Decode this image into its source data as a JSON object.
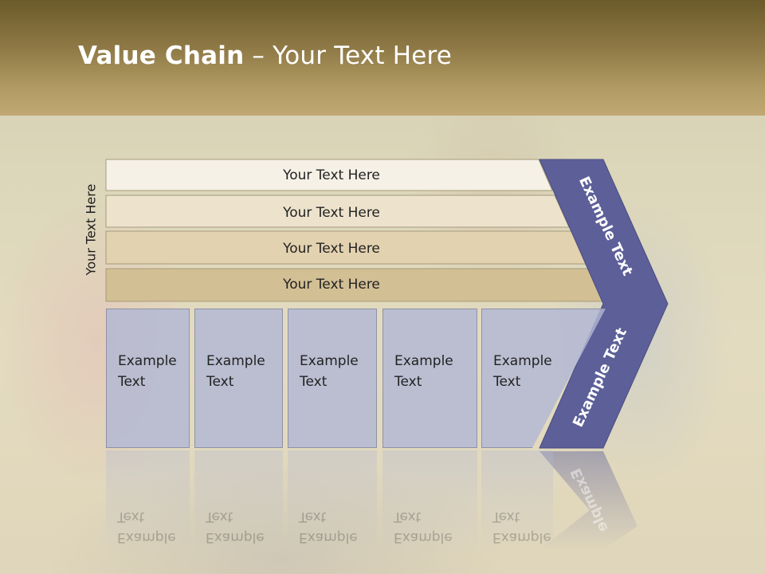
{
  "title": {
    "bold": "Value Chain",
    "rest": " – Your Text Here"
  },
  "side_label": "Your Text Here",
  "bars": [
    {
      "label": "Your Text Here",
      "color": "#f5f1e6"
    },
    {
      "label": "Your Text Here",
      "color": "#ede3cc"
    },
    {
      "label": "Your Text Here",
      "color": "#e3d2b0"
    },
    {
      "label": "Your Text Here",
      "color": "#d2bf94"
    }
  ],
  "chevron": {
    "color": "#5c5f98",
    "top_label": "Example Text",
    "bottom_label": "Example Text",
    "reflection_label": "Example"
  },
  "cells": [
    {
      "line1": "Example",
      "line2": "Text"
    },
    {
      "line1": "Example",
      "line2": "Text"
    },
    {
      "line1": "Example",
      "line2": "Text"
    },
    {
      "line1": "Example",
      "line2": "Text"
    },
    {
      "line1": "Example",
      "line2": "Text"
    }
  ]
}
